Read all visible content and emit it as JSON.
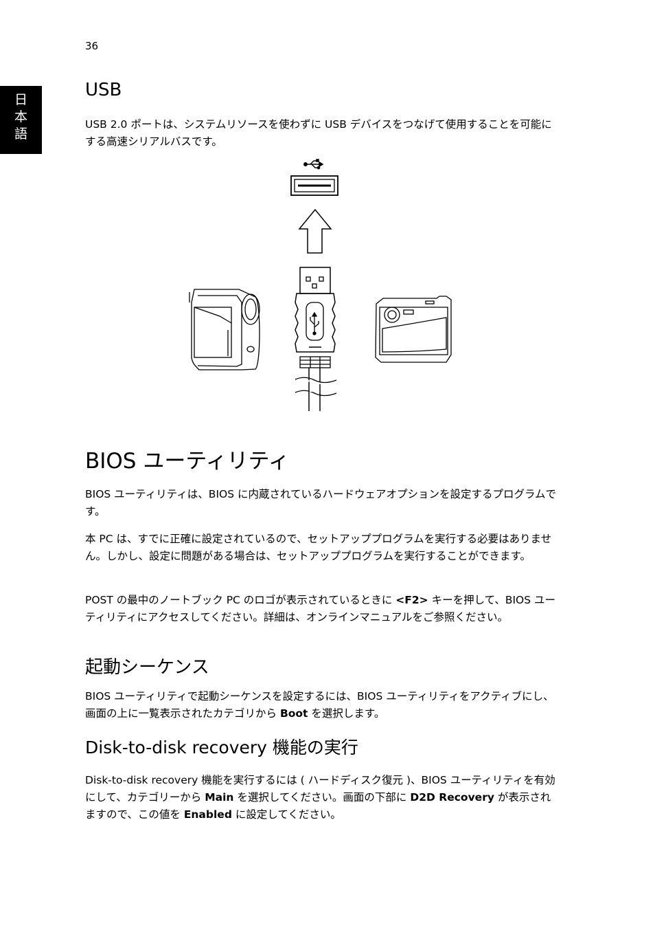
{
  "page": {
    "number": "36",
    "language_tab": [
      "日",
      "本",
      "語"
    ]
  },
  "usb": {
    "heading": "USB",
    "para1": "USB 2.0 ポートは、システムリソースを使わずに USB デバイスをつなげて使用することを可能にする高速シリアルバスです。"
  },
  "bios": {
    "heading": "BIOS ユーティリティ",
    "para1": "BIOS ユーティリティは、BIOS に内蔵されているハードウェアオプションを設定するプログラムです。",
    "para2": "本 PC は、すでに正確に設定されているので、セットアッププログラムを実行する必要はありません。しかし、設定に問題がある場合は、セットアッププログラムを実行することができます。",
    "para3_before": "POST の最中のノートブック PC のロゴが表示されているときに ",
    "para3_key": "<F2>",
    "para3_after": " キーを押して、BIOS ユーティリティにアクセスしてください。詳細は、オンラインマニュアルをご参照ください。"
  },
  "boot": {
    "heading": "起動シーケンス",
    "para_before": "BIOS ユーティリティで起動シーケンスを設定するには、BIOS ユーティリティをアクティブにし、画面の上に一覧表示されたカテゴリから ",
    "para_bold": "Boot",
    "para_after": " を選択します。"
  },
  "d2d": {
    "heading": "Disk-to-disk recovery 機能の実行",
    "para_part1": "Disk-to-disk recovery 機能を実行するには ( ハードディスク復元 )、BIOS ユーティリティを有効にして、カテゴリーから ",
    "para_bold1": "Main",
    "para_part2": " を選択してください。画面の下部に ",
    "para_bold2": "D2D Recovery",
    "para_part3": " が表示されますので、この値を ",
    "para_bold3": "Enabled",
    "para_part4": " に設定してください。"
  }
}
